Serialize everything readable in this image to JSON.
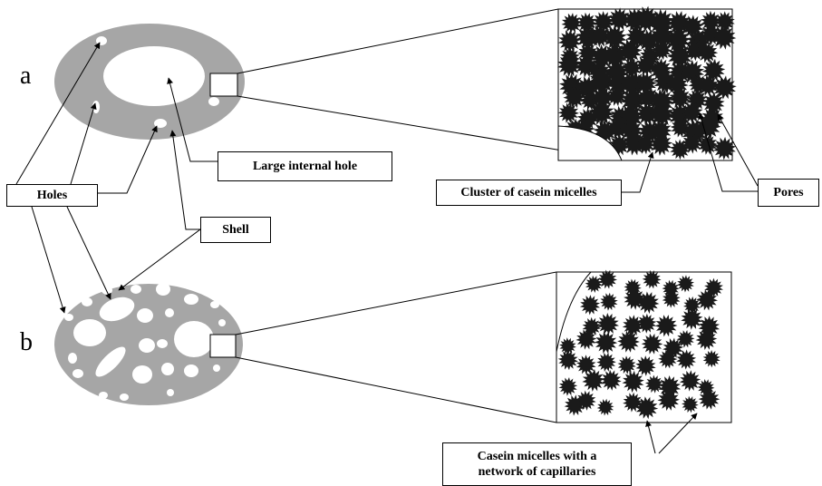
{
  "panels": {
    "a": "a",
    "b": "b"
  },
  "labels": {
    "large_internal_hole": "Large internal hole",
    "holes": "Holes",
    "shell": "Shell",
    "cluster": "Cluster of casein micelles",
    "pores": "Pores",
    "capillaries_line1": "Casein micelles with a",
    "capillaries_line2": "network of capillaries"
  },
  "colors": {
    "particle": "#a6a6a6",
    "micelle": "#1a1a1a",
    "ink": "#000000"
  },
  "icons": {
    "arrow": "arrowhead",
    "micelle": "spiky-star"
  }
}
